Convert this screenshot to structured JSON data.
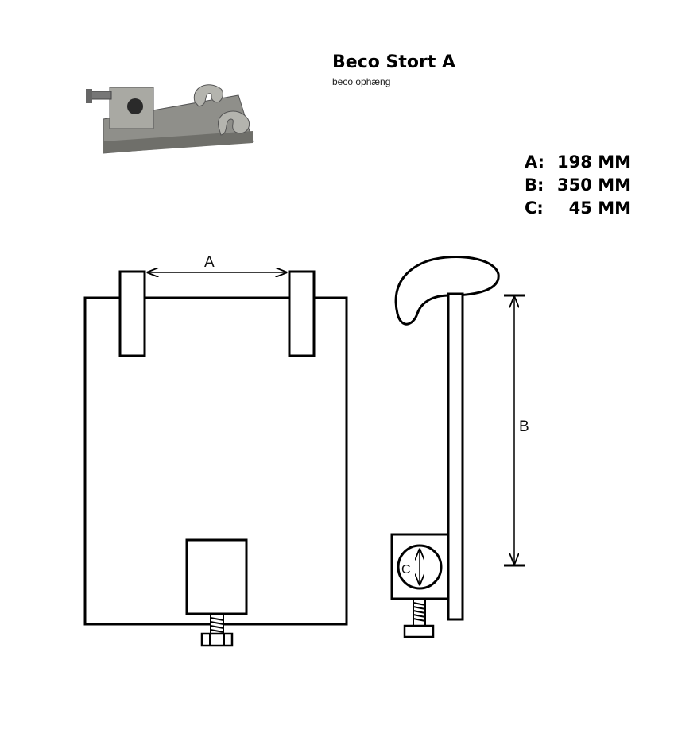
{
  "header": {
    "title": "Beco Stort A",
    "subtitle": "beco ophæng"
  },
  "specs": [
    {
      "key": "A:",
      "value": "198 MM"
    },
    {
      "key": "B:",
      "value": "350 MM"
    },
    {
      "key": "C:",
      "value": "45 MM"
    }
  ],
  "diagram": {
    "label_a": "A",
    "label_b": "B",
    "label_c": "C"
  },
  "colors": {
    "line": "#000000",
    "photo_metal": "#9a9a94"
  }
}
